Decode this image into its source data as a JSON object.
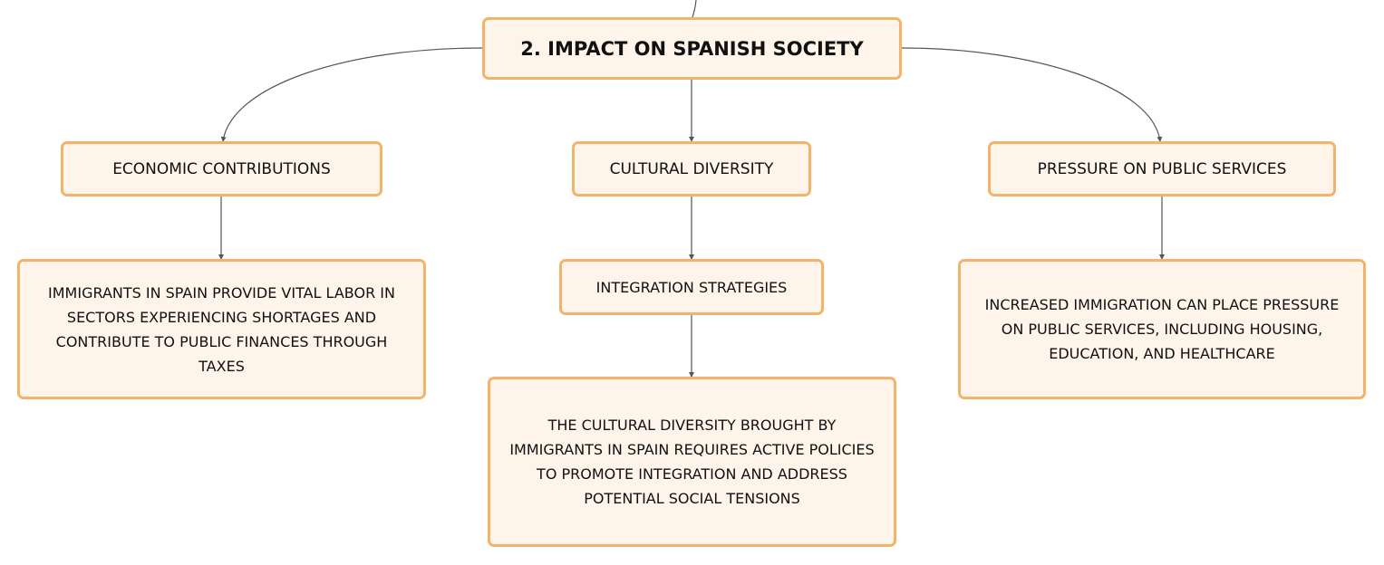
{
  "diagram": {
    "root": {
      "label": "2. IMPACT ON SPANISH SOCIETY"
    },
    "topics": {
      "economic": {
        "label": "ECONOMIC CONTRIBUTIONS",
        "detail": "IMMIGRANTS IN SPAIN PROVIDE VITAL LABOR IN SECTORS EXPERIENCING SHORTAGES AND CONTRIBUTE TO PUBLIC FINANCES THROUGH TAXES"
      },
      "cultural": {
        "label": "CULTURAL DIVERSITY",
        "subtopic": "INTEGRATION STRATEGIES",
        "detail": "THE CULTURAL DIVERSITY BROUGHT BY IMMIGRANTS IN SPAIN REQUIRES ACTIVE POLICIES TO PROMOTE INTEGRATION AND ADDRESS POTENTIAL SOCIAL TENSIONS"
      },
      "pressure": {
        "label": "PRESSURE ON PUBLIC SERVICES",
        "detail": "INCREASED IMMIGRATION CAN PLACE PRESSURE ON PUBLIC SERVICES, INCLUDING HOUSING, EDUCATION, AND HEALTHCARE"
      }
    },
    "colors": {
      "node_fill": "#fef4ea",
      "node_border": "#f2b36a",
      "connector": "#555555",
      "text": "#111111"
    }
  }
}
